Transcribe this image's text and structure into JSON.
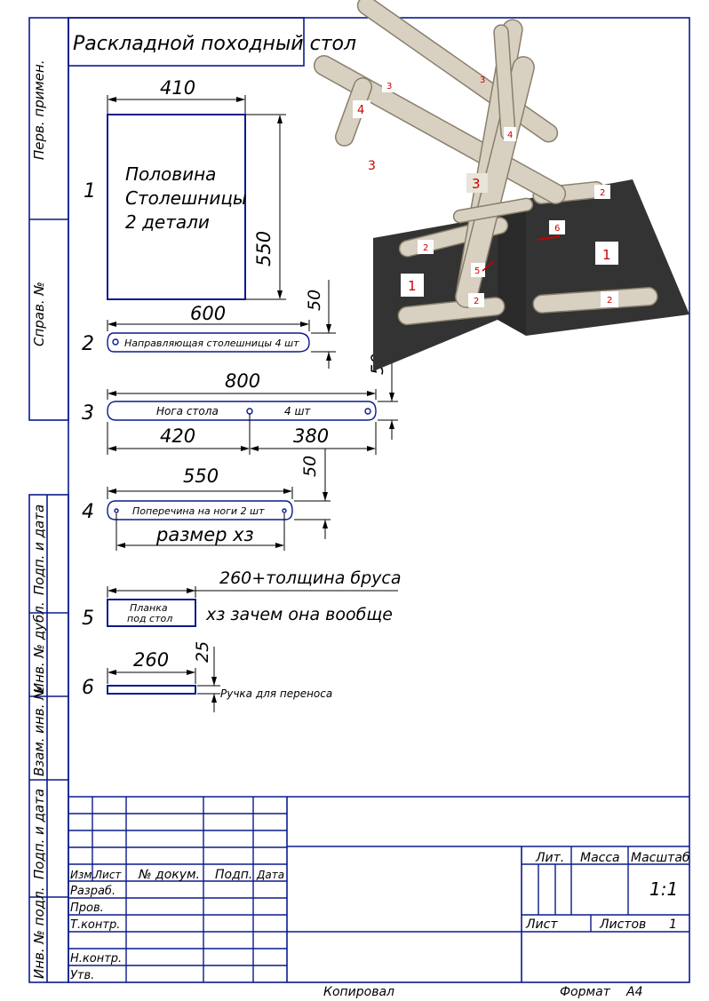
{
  "title": "Раскладной походный стол",
  "side_labels": [
    "Перв. примен.",
    "Справ. №",
    "Подп. и дата",
    "Инв. № дубл.",
    "Взам. инв. №",
    "Подп. и дата",
    "Инв. № подл."
  ],
  "parts": [
    {
      "number": "1",
      "lines": [
        "Половина",
        "Столешницы",
        "2 детали"
      ],
      "dims": [
        "410",
        "550"
      ]
    },
    {
      "number": "2",
      "label": "Направляющая столешницы 4 шт",
      "dims": [
        "600",
        "50"
      ]
    },
    {
      "number": "3",
      "label_left": "Нога стола",
      "label_right": "4 шт",
      "dims": [
        "800",
        "420",
        "380",
        "50"
      ]
    },
    {
      "number": "4",
      "label": "Поперечина на ноги 2 шт",
      "dims": [
        "550",
        "50"
      ],
      "note": "размер хз"
    },
    {
      "number": "5",
      "lines": [
        "Планка",
        "под стол"
      ],
      "dims": [
        "260+толщина бруса"
      ],
      "note": "хз зачем она вообще"
    },
    {
      "number": "6",
      "label": "Ручка для переноса",
      "dims": [
        "260",
        "25"
      ]
    }
  ],
  "photo_labels": [
    "3",
    "4",
    "3",
    "3",
    "4",
    "2",
    "2",
    "6",
    "1",
    "5",
    "2",
    "1",
    "2"
  ],
  "title_block": {
    "cols": [
      "Изм.",
      "Лист",
      "№ докум.",
      "Подп.",
      "Дата"
    ],
    "rows": [
      "Разраб.",
      "Пров.",
      "Т.контр.",
      "Н.контр.",
      "Утв."
    ],
    "lit": "Лит.",
    "mass": "Масса",
    "scale_label": "Масштаб",
    "scale": "1:1",
    "sheet": "Лист",
    "sheets": "Листов",
    "sheets_count": "1"
  },
  "footer": {
    "copied": "Копировал",
    "format_label": "Формат",
    "format": "А4"
  }
}
